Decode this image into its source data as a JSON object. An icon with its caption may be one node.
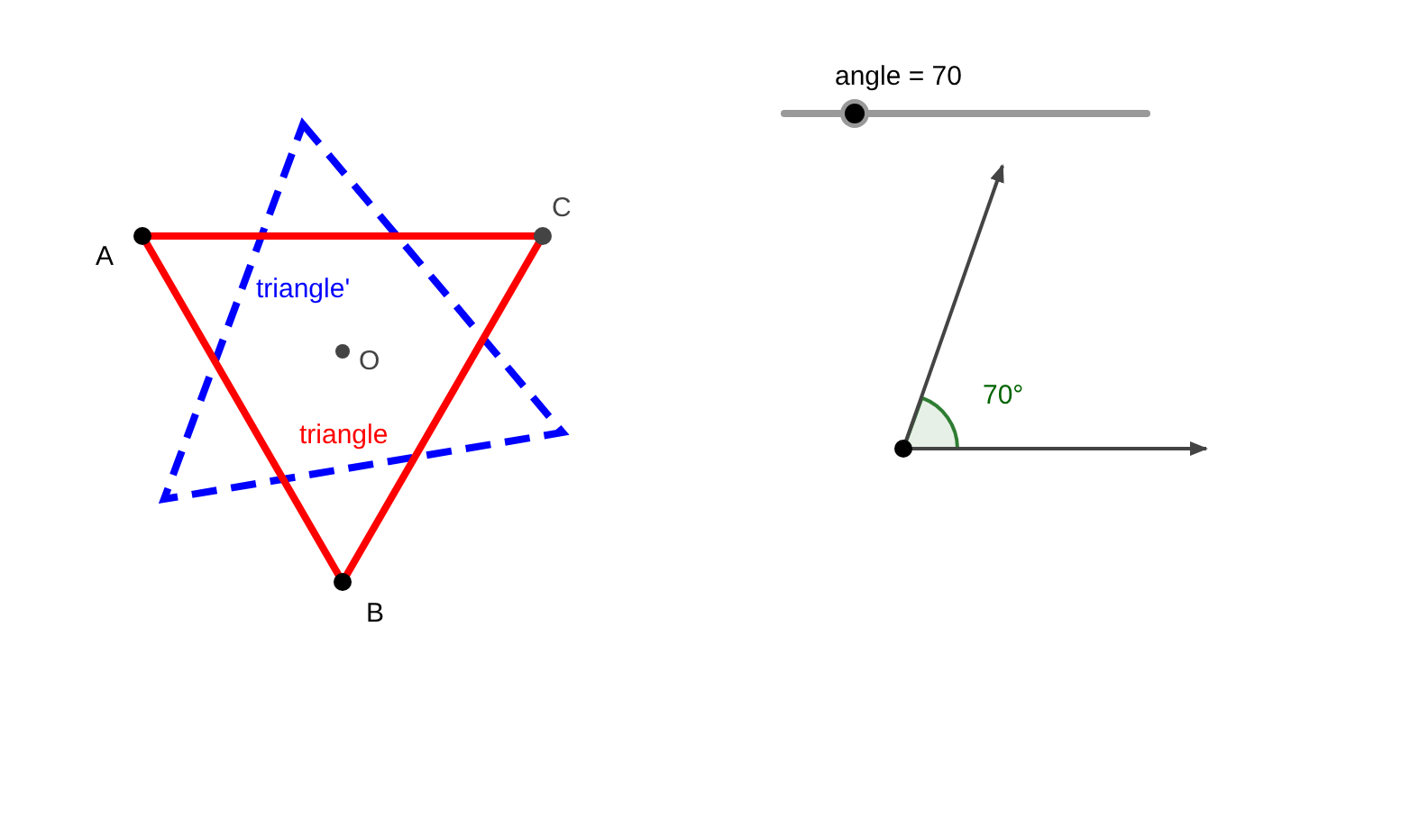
{
  "diagram": {
    "labels": [
      "angle = 70",
      "A",
      "C",
      "triangle'",
      "O",
      "triangle",
      "B",
      "70°"
    ]
  }
}
